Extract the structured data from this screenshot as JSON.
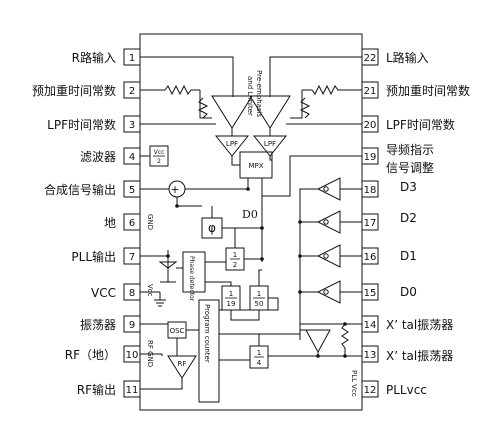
{
  "left_pins": [
    {
      "num": "1",
      "label": "R路输入"
    },
    {
      "num": "2",
      "label": "预加重时间常数"
    },
    {
      "num": "3",
      "label": "LPF时间常数"
    },
    {
      "num": "4",
      "label": "滤波器"
    },
    {
      "num": "5",
      "label": "合成信号输出"
    },
    {
      "num": "6",
      "label": "地"
    },
    {
      "num": "7",
      "label": "PLL输出"
    },
    {
      "num": "8",
      "label": "VCC"
    },
    {
      "num": "9",
      "label": "振荡器"
    },
    {
      "num": "10",
      "label": "RF（地）"
    },
    {
      "num": "11",
      "label": "RF输出"
    }
  ],
  "right_pins": [
    {
      "num": "22",
      "label": "L路输入"
    },
    {
      "num": "21",
      "label": "预加重时间常数"
    },
    {
      "num": "20",
      "label": "LPF时间常数"
    },
    {
      "num": "19",
      "label": "导频指示",
      "label2": "信号调整"
    },
    {
      "num": "18",
      "label": "D3"
    },
    {
      "num": "17",
      "label": "D2"
    },
    {
      "num": "16",
      "label": "D1"
    },
    {
      "num": "15",
      "label": "D0"
    },
    {
      "num": "14",
      "label": "X’ tal振荡器"
    },
    {
      "num": "13",
      "label": "X’ tal振荡器"
    },
    {
      "num": "12",
      "label": "PLLvcc"
    }
  ],
  "internal": {
    "pre_emphasis": "Pre-emphasis",
    "and_limiter": "and Limiter",
    "mpx": "MPX",
    "lpf": "LPF",
    "vcc": "Vcc",
    "half": "2",
    "gnd": "GND",
    "vcc_pin": "Vcc",
    "rf_gnd": "RF GND",
    "pll_vcc": "PLL Vcc",
    "d0": "D0",
    "phi": "φ",
    "phase_detector": "Phase detector",
    "program_counter": "Program counter",
    "osc": "OSC",
    "rf": "RF",
    "plus": "+",
    "one": "1",
    "two": "2",
    "nineteen": "19",
    "fifty": "50",
    "four": "4"
  }
}
